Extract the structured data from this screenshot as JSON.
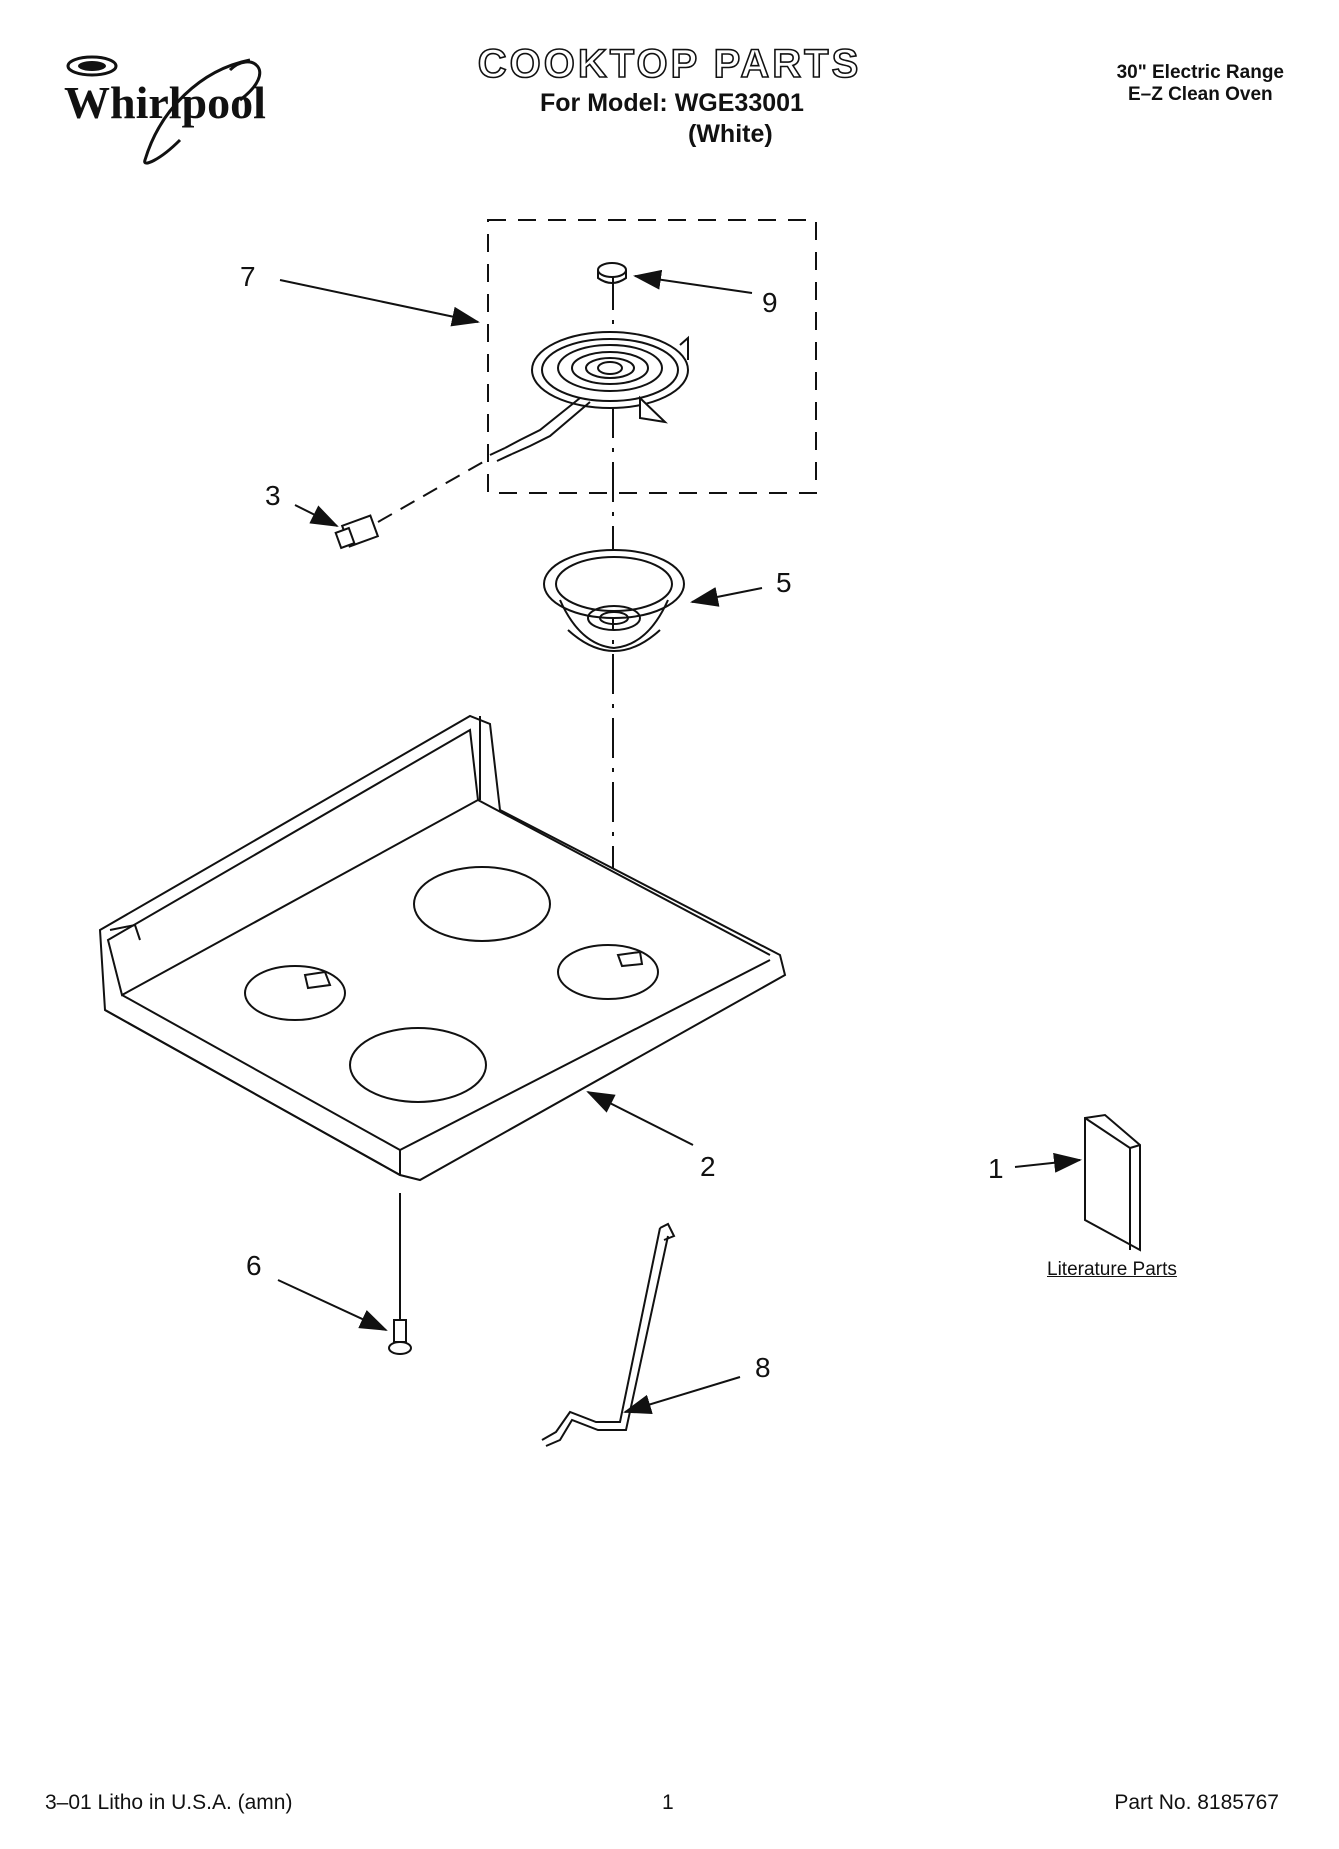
{
  "header": {
    "brand": "Whirlpool",
    "title": "COOKTOP PARTS",
    "model_line": "For Model: WGE33001",
    "color_line": "(White)",
    "product_line1": "30\" Electric Range",
    "product_line2": "E–Z Clean Oven"
  },
  "callouts": {
    "c1": "1",
    "c2": "2",
    "c3": "3",
    "c5": "5",
    "c6": "6",
    "c7": "7",
    "c8": "8",
    "c9": "9"
  },
  "literature_label": "Literature Parts",
  "footer": {
    "left": "3–01 Litho in U.S.A. (amn)",
    "page": "1",
    "part_no": "Part No. 8185767"
  }
}
